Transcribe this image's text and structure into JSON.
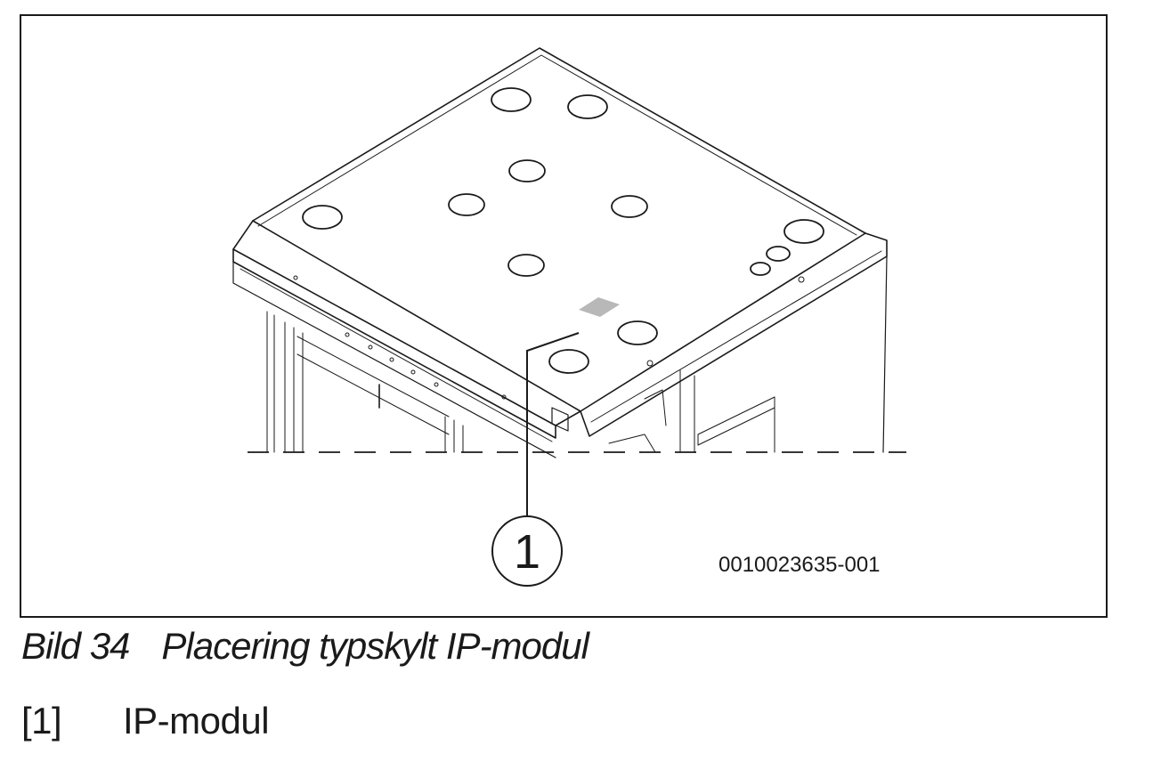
{
  "figure": {
    "callout_label": "1",
    "drawing_id": "0010023635-001"
  },
  "caption": {
    "figure_number": "Bild 34",
    "title": "Placering typskylt IP-modul"
  },
  "legend": [
    {
      "key": "[1]",
      "label": "IP-modul"
    }
  ]
}
